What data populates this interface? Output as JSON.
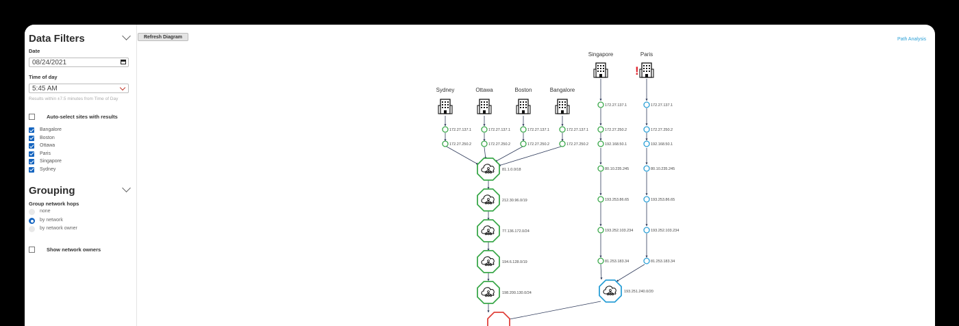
{
  "sidebar": {
    "filters_title": "Data Filters",
    "date_label": "Date",
    "date_value": "08/24/2021",
    "time_label": "Time of day",
    "time_value": "5:45 AM",
    "hint": "Results within ±7.5 minutes from Time of Day",
    "auto_select_label": "Auto-select sites with results",
    "sites": [
      {
        "label": "Bangalore",
        "checked": true
      },
      {
        "label": "Boston",
        "checked": true
      },
      {
        "label": "Ottawa",
        "checked": true
      },
      {
        "label": "Paris",
        "checked": true
      },
      {
        "label": "Singapore",
        "checked": true
      },
      {
        "label": "Sydney",
        "checked": true
      }
    ],
    "grouping_title": "Grouping",
    "group_hops_label": "Group network hops",
    "group_options": [
      {
        "label": "none",
        "selected": false
      },
      {
        "label": "by network",
        "selected": true
      },
      {
        "label": "by network owner",
        "selected": false
      }
    ],
    "show_owners_label": "Show network owners"
  },
  "toolbar": {
    "refresh_label": "Refresh Diagram",
    "path_analysis_label": "Path Analysis"
  },
  "colors": {
    "green": "#3aa84a",
    "blue": "#2a9fd6",
    "red": "#e0403a",
    "alert": "#e0202a",
    "edge": "#2e3a5a"
  },
  "diagram": {
    "sites": {
      "sydney": "Sydney",
      "ottawa": "Ottawa",
      "boston": "Boston",
      "bangalore": "Bangalore",
      "singapore": "Singapore",
      "paris": "Paris"
    },
    "alert_mark": "!",
    "hops": {
      "h1": "172.27.137.1",
      "h2": "172.27.250.2",
      "h3": "192.168.50.1",
      "h4": "80.10.235.245",
      "h5": "193.253.86.65",
      "h6": "193.252.103.234",
      "h7": "81.253.183.34"
    },
    "networks": {
      "n1": "81.1.0.0/18",
      "n2": "212.30.96.0/19",
      "n3": "77.136.172.0/24",
      "n4": "194.6.128.0/19",
      "n5": "198.200.130.0/24",
      "n6": "193.251.240.0/20"
    }
  }
}
